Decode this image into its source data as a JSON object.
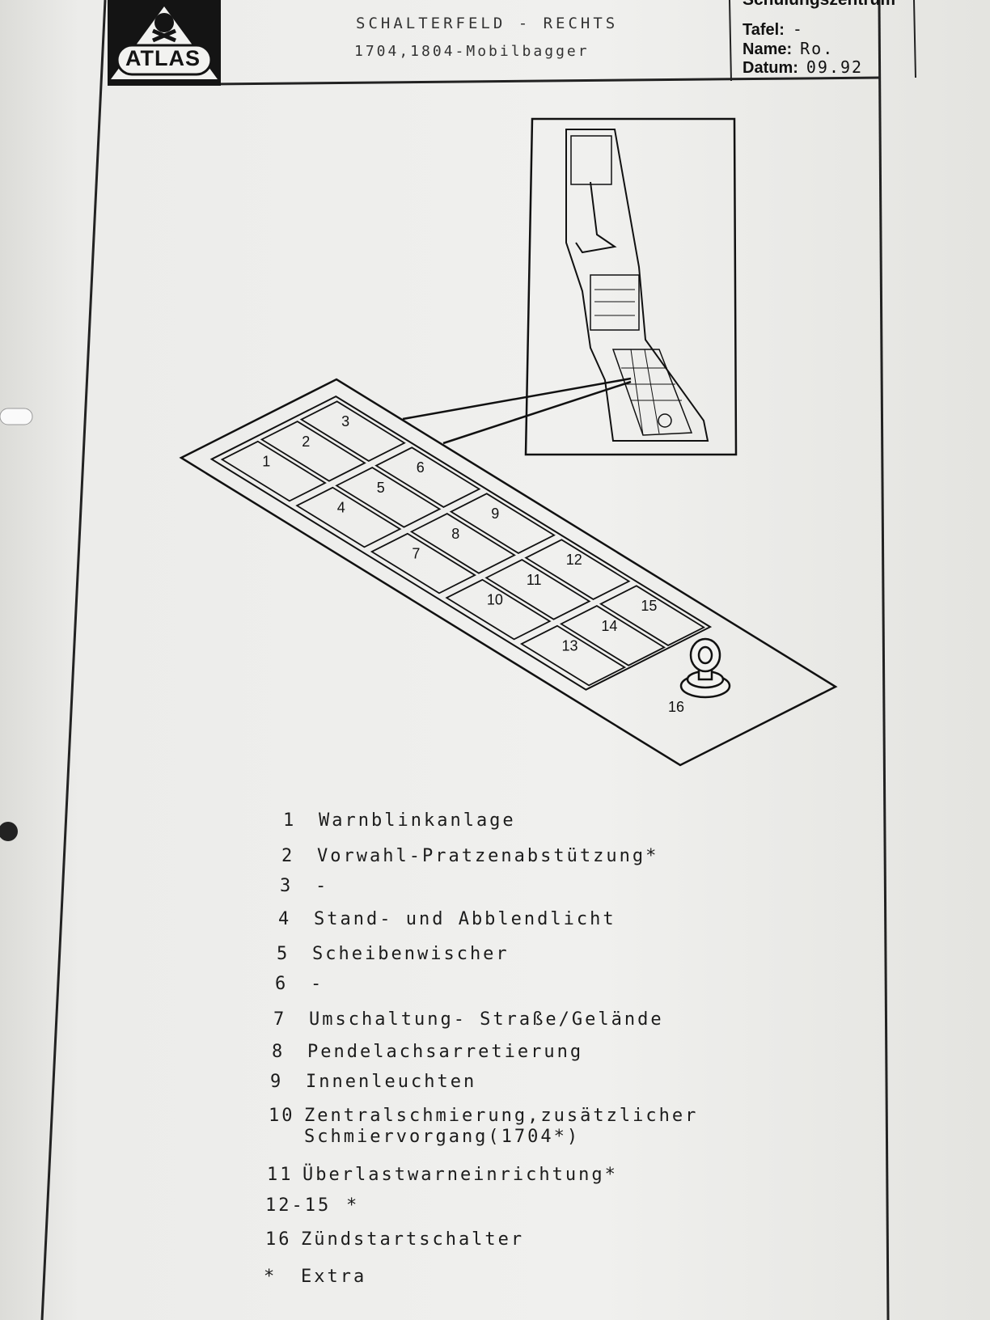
{
  "header": {
    "title": "SCHALTERFELD - RECHTS",
    "subtitle": "1704,1804-Mobilbagger",
    "org": "Schulungszentrum",
    "logo_text": "ATLAS",
    "meta": [
      {
        "label": "Tafel:",
        "value": "-"
      },
      {
        "label": "Name:",
        "value": "Ro."
      },
      {
        "label": "Datum:",
        "value": "09.92"
      }
    ]
  },
  "diagram": {
    "labels": [
      "1",
      "2",
      "3",
      "4",
      "5",
      "6",
      "7",
      "8",
      "9",
      "10",
      "11",
      "12",
      "13",
      "14",
      "15",
      "16"
    ]
  },
  "legend": [
    {
      "num": "1",
      "text": "Warnblinkanlage"
    },
    {
      "num": "2",
      "text": "Vorwahl-Pratzenabstützung*"
    },
    {
      "num": "3",
      "text": "-"
    },
    {
      "num": "4",
      "text": "Stand- und Abblendlicht"
    },
    {
      "num": "5",
      "text": "Scheibenwischer"
    },
    {
      "num": "6",
      "text": "-"
    },
    {
      "num": "7",
      "text": "Umschaltung- Straße/Gelände"
    },
    {
      "num": "8",
      "text": "Pendelachsarretierung"
    },
    {
      "num": "9",
      "text": "Innenleuchten"
    },
    {
      "num": "10",
      "text": "Zentralschmierung,zusätzlicher\nSchmiervorgang(1704*)"
    },
    {
      "num": "11",
      "text": "Überlastwarneinrichtung*"
    },
    {
      "num": "12-15",
      "text": "*"
    },
    {
      "num": "16",
      "text": "Zündstartschalter"
    },
    {
      "num": "*",
      "text": "Extra"
    }
  ]
}
